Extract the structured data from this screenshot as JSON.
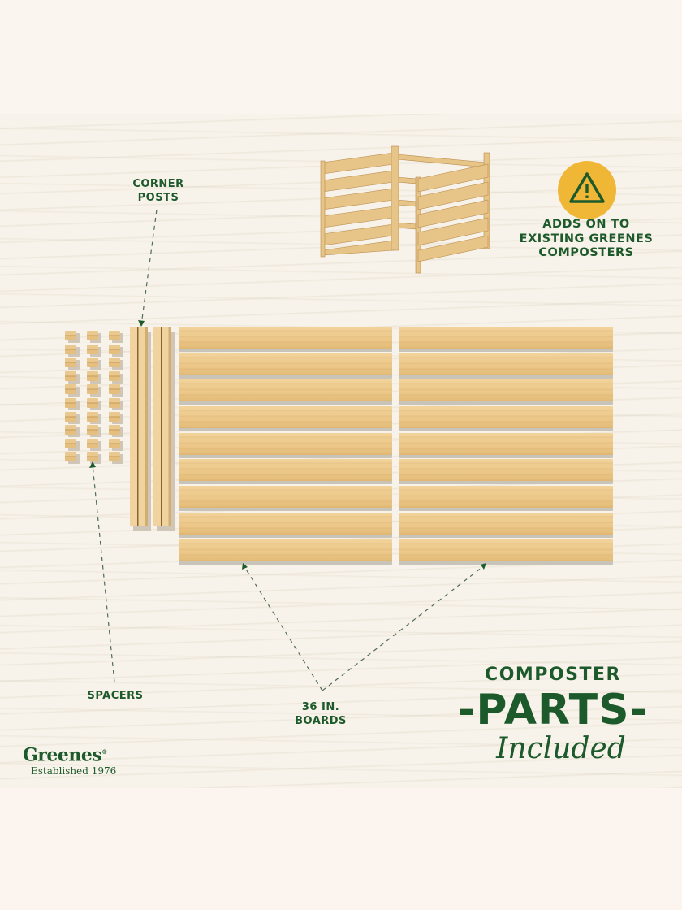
{
  "brand": {
    "name": "Greenes",
    "registered_mark": "®",
    "tagline": "Established 1976"
  },
  "labels": {
    "corner_posts": [
      "CORNER",
      "POSTS"
    ],
    "spacers": "SPACERS",
    "boards": [
      "36 IN.",
      "BOARDS"
    ]
  },
  "notice": {
    "icon": "warning-triangle-icon",
    "lines": [
      "ADDS ON TO",
      "EXISTING GREENES",
      "COMPOSTERS"
    ]
  },
  "headline": {
    "line1": "COMPOSTER",
    "line2": "-PARTS-",
    "line3": "Included"
  },
  "parts": {
    "spacer_columns": 3,
    "spacers_per_column": 10,
    "corner_posts": 2,
    "board_panels": 2,
    "boards_per_panel": 9
  },
  "colors": {
    "brand_green": "#1d5a2b",
    "warning_yellow": "#f0b636",
    "background": "#faf6ef",
    "wood": "#ebc788"
  }
}
